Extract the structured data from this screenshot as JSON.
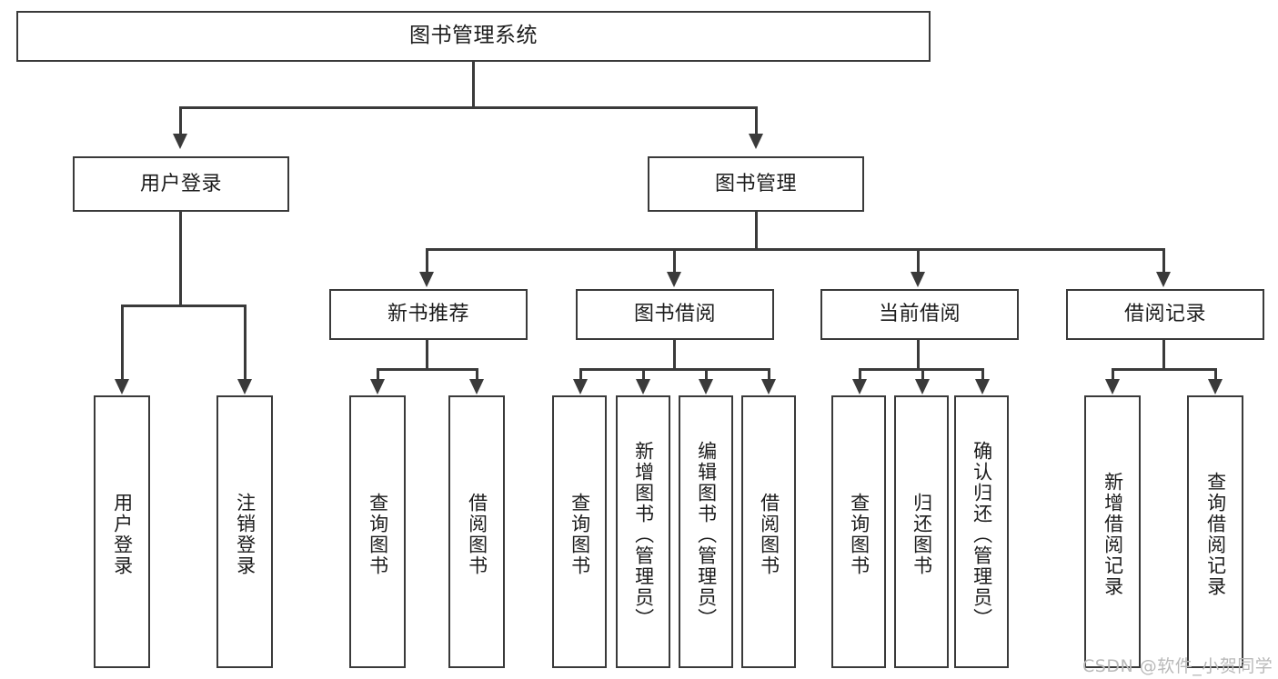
{
  "diagram": {
    "type": "tree",
    "title": "图书管理系统",
    "root": {
      "label": "图书管理系统"
    },
    "level2": [
      {
        "key": "user_login",
        "label": "用户登录"
      },
      {
        "key": "book_manage",
        "label": "图书管理"
      }
    ],
    "level3": [
      {
        "key": "new_book_recommend",
        "label": "新书推荐"
      },
      {
        "key": "book_borrow",
        "label": "图书借阅"
      },
      {
        "key": "current_borrow",
        "label": "当前借阅"
      },
      {
        "key": "borrow_record",
        "label": "借阅记录"
      }
    ],
    "leaves": {
      "user_login": [
        {
          "label": "用户登录"
        },
        {
          "label": "注销登录"
        }
      ],
      "new_book_recommend": [
        {
          "label": "查询图书"
        },
        {
          "label": "借阅图书"
        }
      ],
      "book_borrow": [
        {
          "label": "查询图书"
        },
        {
          "label": "新增图书（管理员）"
        },
        {
          "label": "编辑图书（管理员）"
        },
        {
          "label": "借阅图书"
        }
      ],
      "current_borrow": [
        {
          "label": "查询图书"
        },
        {
          "label": "归还图书"
        },
        {
          "label": "确认归还（管理员）"
        }
      ],
      "borrow_record": [
        {
          "label": "新增借阅记录"
        },
        {
          "label": "查询借阅记录"
        }
      ]
    }
  },
  "watermark": {
    "text": "CSDN @软件_小贺同学"
  },
  "colors": {
    "background": "#ffffff",
    "box_border": "#3a3a3a",
    "box_fill": "#ffffff",
    "text": "#1c1c1c",
    "connector": "#3a3a3a",
    "watermark": "#b9b9b9"
  }
}
